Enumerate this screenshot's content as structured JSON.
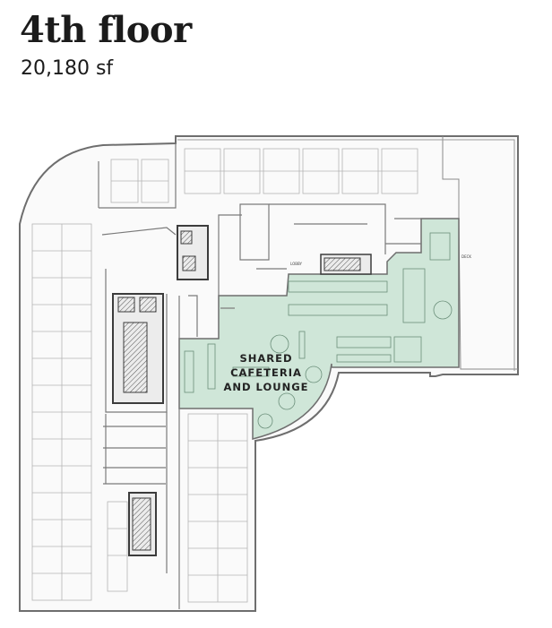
{
  "floor": {
    "title": "4th floor",
    "area": "20,180 sf"
  },
  "plan": {
    "shared_zone_label": [
      "SHARED",
      "CAFETERIA",
      "AND LOUNGE"
    ],
    "small_labels": {
      "lobby_tag": "LOBBY",
      "deck_tag": "DECK"
    },
    "colors": {
      "shared_zone": "#cfe6d8",
      "walls": "#6e6e6e",
      "core": "#3c3c3c",
      "furniture": "#b5b5b5"
    }
  }
}
